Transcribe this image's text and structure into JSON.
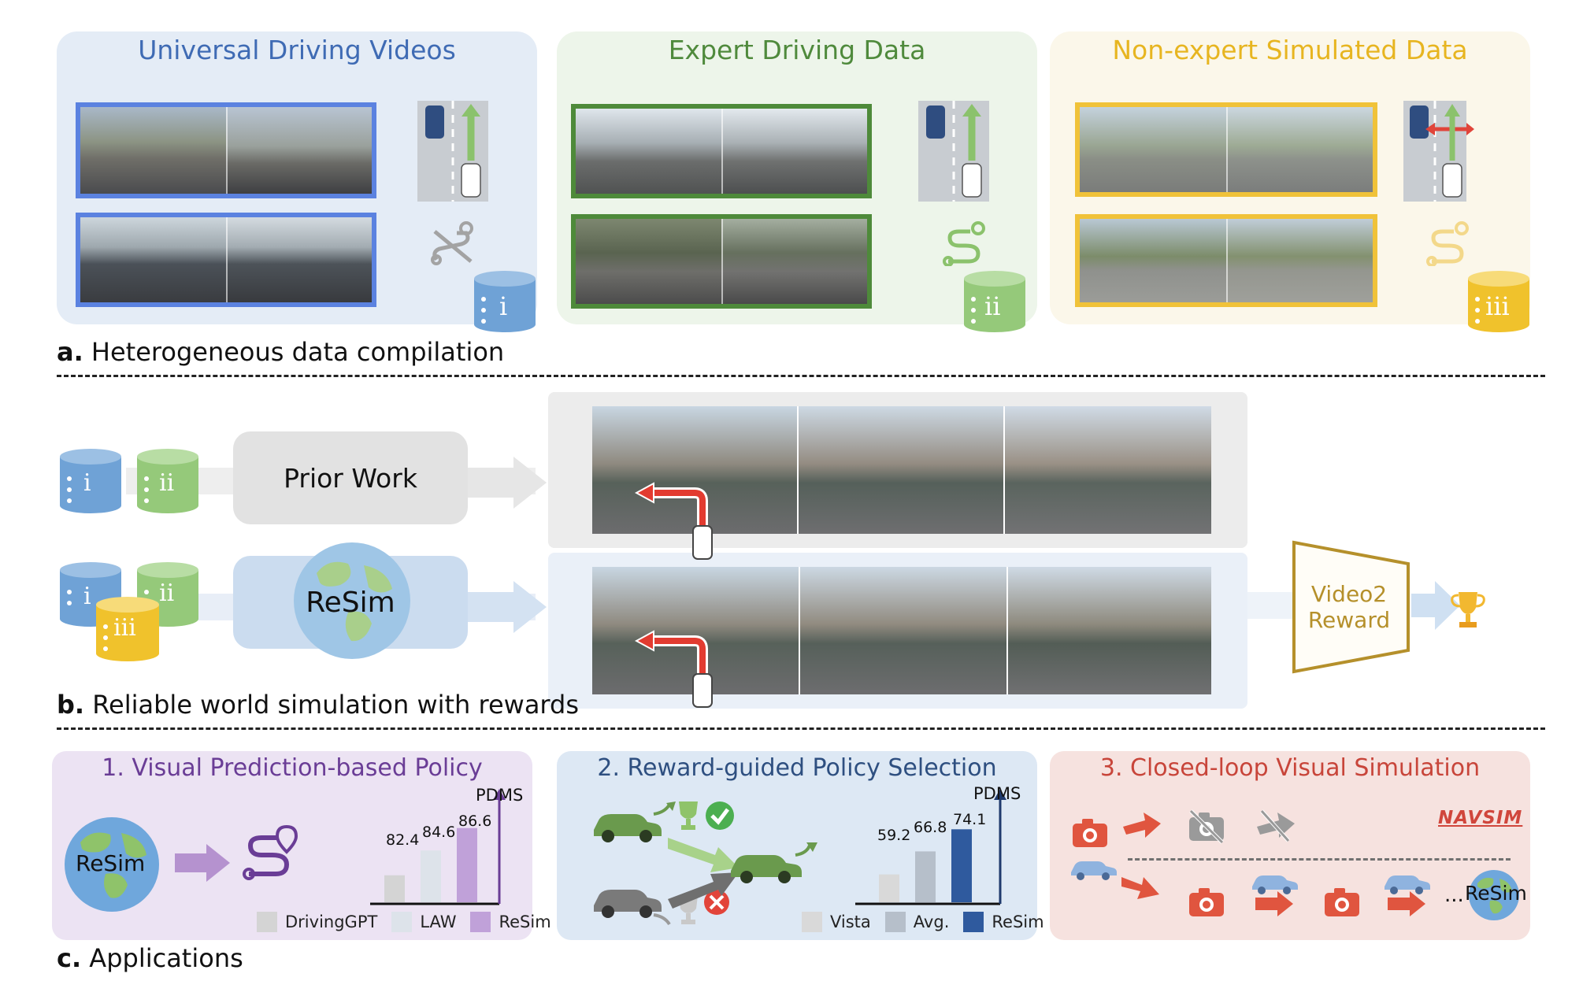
{
  "panels": {
    "universal": {
      "title": "Universal Driving Videos",
      "db_label": "i"
    },
    "expert": {
      "title": "Expert Driving Data",
      "db_label": "ii"
    },
    "nonexpert": {
      "title": "Non-expert Simulated Data",
      "db_label": "iii"
    }
  },
  "sections": {
    "a": {
      "letter": "a.",
      "text": "Heterogeneous data compilation"
    },
    "b": {
      "letter": "b.",
      "text": "Reliable world simulation with rewards"
    },
    "c": {
      "letter": "c.",
      "text": "Applications"
    }
  },
  "sim": {
    "prior_work": "Prior Work",
    "resim": "ReSim",
    "db_i": "i",
    "db_ii": "ii",
    "db_iii": "iii",
    "reward_box": [
      "Video2",
      "Reward"
    ]
  },
  "apps": {
    "app1": {
      "title": "1. Visual Prediction-based Policy",
      "globe_label": "ReSim",
      "metric": "PDMS",
      "values": [
        "82.4",
        "84.6",
        "86.6"
      ],
      "legend": [
        "DrivingGPT",
        "LAW",
        "ReSim"
      ]
    },
    "app2": {
      "title": "2. Reward-guided Policy Selection",
      "metric": "PDMS",
      "values": [
        "59.2",
        "66.8",
        "74.1"
      ],
      "legend": [
        "Vista",
        "Avg.",
        "ReSim"
      ]
    },
    "app3": {
      "title": "3. Closed-loop Visual Simulation",
      "logo": "NAVSIM",
      "tail": "...",
      "globe_label": "ReSim"
    }
  },
  "chart_data": [
    {
      "type": "bar",
      "title": "",
      "ylabel": "PDMS",
      "categories": [
        "DrivingGPT",
        "LAW",
        "ReSim"
      ],
      "values": [
        82.4,
        84.6,
        86.6
      ]
    },
    {
      "type": "bar",
      "title": "",
      "ylabel": "PDMS",
      "categories": [
        "Vista",
        "Avg.",
        "ReSim"
      ],
      "values": [
        59.2,
        66.8,
        74.1
      ]
    }
  ],
  "colors": {
    "blue_title": "#3f6bb4",
    "green_title": "#4f8a3c",
    "yellow_title": "#e7b520",
    "purple_title": "#6a3d96",
    "app2_title": "#2e4f80",
    "app3_title": "#c8453a",
    "reward_gold": "#b5902b"
  }
}
